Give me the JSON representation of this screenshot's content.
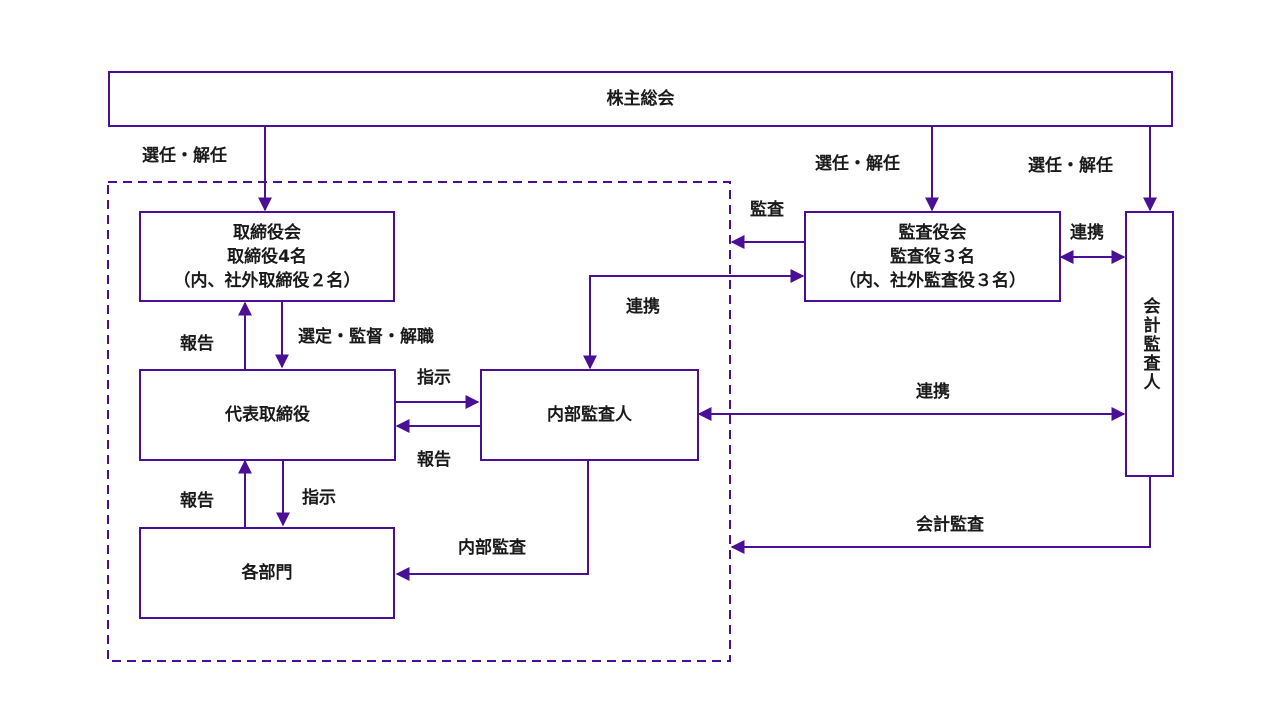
{
  "nodes": {
    "shareholders": "株主総会",
    "board": {
      "line1": "取締役会",
      "line2": "取締役4名",
      "line3": "（内、社外取締役２名）"
    },
    "audit_board": {
      "line1": "監査役会",
      "line2": "監査役３名",
      "line3": "（内、社外監査役３名）"
    },
    "representative": "代表取締役",
    "internal_auditor": "内部監査人",
    "departments": "各部門",
    "accounting_auditor": "会計監査人"
  },
  "labels": {
    "elect_dismiss_board": "選任・解任",
    "elect_dismiss_audit": "選任・解任",
    "elect_dismiss_accounting": "選任・解任",
    "audit": "監査",
    "coop_audit_accounting": "連携",
    "coop_audit_internal": "連携",
    "coop_internal_accounting": "連携",
    "report_rep_board": "報告",
    "select_supervise_dismiss": "選定・監督・解職",
    "instruct_rep_internal": "指示",
    "report_internal_rep": "報告",
    "report_dept_rep": "報告",
    "instruct_rep_dept": "指示",
    "internal_audit": "内部監査",
    "accounting_audit": "会計監査"
  },
  "colors": {
    "stroke": "#4b0f96",
    "text": "#1a1a1a",
    "background": "#ffffff"
  }
}
